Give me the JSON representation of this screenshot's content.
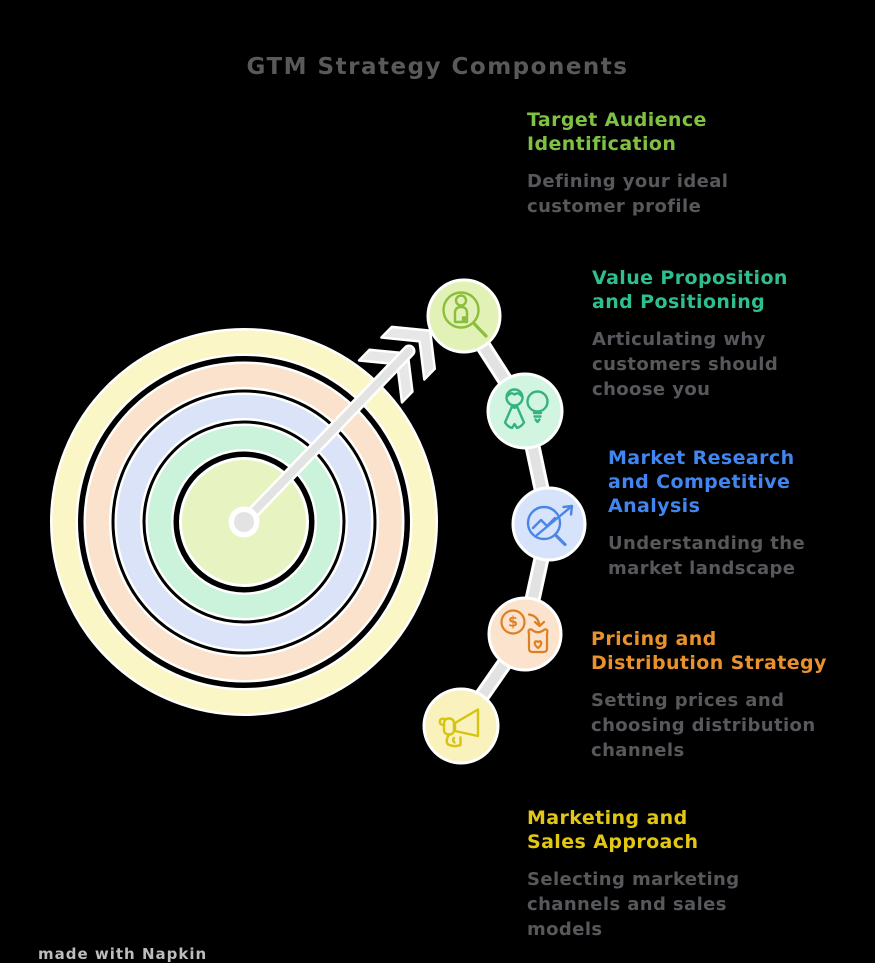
{
  "title": "GTM Strategy Components",
  "watermark": "made with Napkin",
  "colors": {
    "background": "#000000",
    "title_text": "#58595B",
    "description_text": "#56585B",
    "connector": "#E2E2E2",
    "arrow": "#E4E4E4",
    "target_rings_outer_to_inner": [
      "#FAF6C6",
      "#FBE2CC",
      "#DBE3F8",
      "#CBF2DB",
      "#E7F3C0"
    ]
  },
  "steps": [
    {
      "heading": "Target Audience\nIdentification",
      "description": "Defining your ideal\ncustomer profile",
      "accent_color": "#7FC241",
      "circle_fill": "#E2F1B5",
      "icon": "person-in-magnifier-icon"
    },
    {
      "heading": "Value Proposition\nand Positioning",
      "description": "Articulating why\ncustomers should\nchoose you",
      "accent_color": "#2FBE8F",
      "circle_fill": "#D2F5E2",
      "icon": "customer-lightbulb-icon"
    },
    {
      "heading": "Market Research\nand Competitive\nAnalysis",
      "description": "Understanding the\nmarket landscape",
      "accent_color": "#4186F0",
      "circle_fill": "#D6E3FA",
      "icon": "trend-magnifier-icon"
    },
    {
      "heading": "Pricing and\nDistribution Strategy",
      "description": "Setting prices and\nchoosing distribution\nchannels",
      "accent_color": "#E8912D",
      "circle_fill": "#FBE3CD",
      "icon": "coin-and-bag-icon"
    },
    {
      "heading": "Marketing and\nSales Approach",
      "description": "Selecting marketing\nchannels and sales\nmodels",
      "accent_color": "#E2C713",
      "circle_fill": "#F9F2BC",
      "icon": "megaphone-icon"
    }
  ]
}
